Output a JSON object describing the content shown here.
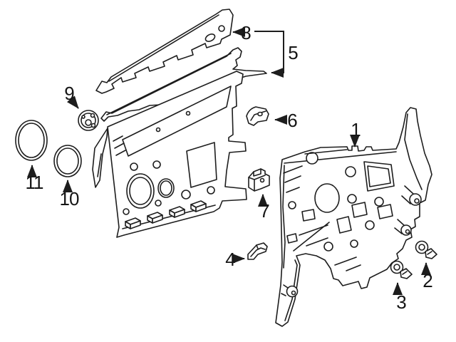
{
  "diagram": {
    "background": "#ffffff",
    "line_color": "#1d1d1d",
    "callouts": [
      {
        "number": "1"
      },
      {
        "number": "2"
      },
      {
        "number": "3"
      },
      {
        "number": "4"
      },
      {
        "number": "5"
      },
      {
        "number": "6"
      },
      {
        "number": "7"
      },
      {
        "number": "8"
      },
      {
        "number": "9"
      },
      {
        "number": "10"
      },
      {
        "number": "11"
      }
    ]
  }
}
